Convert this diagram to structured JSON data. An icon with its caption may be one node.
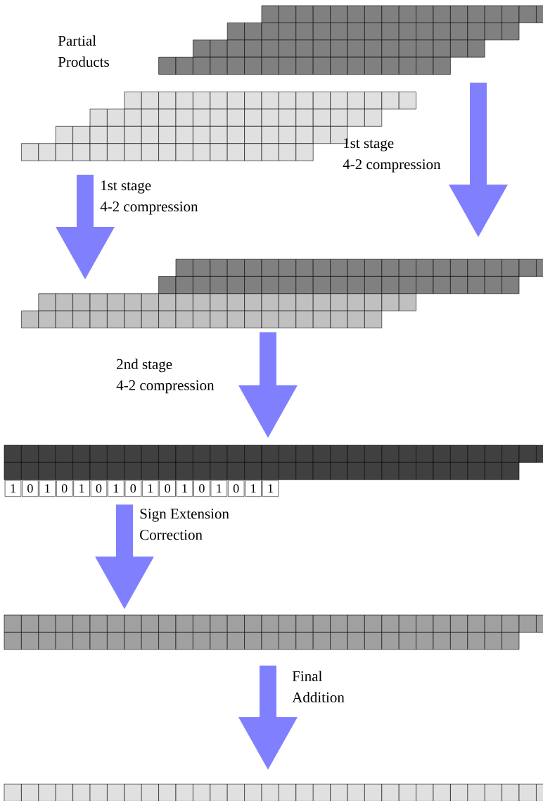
{
  "diagram": {
    "nodes": [
      {
        "text": [],
        "shape": "box"
      },
      {
        "text": [],
        "shape": "box"
      },
      {
        "text": [],
        "shape": "box"
      },
      {
        "text": [
          "1",
          "0",
          "1",
          "0",
          "1",
          "0",
          "1",
          "0",
          "1",
          "0",
          "1",
          "0",
          "1",
          "0",
          "1",
          "1"
        ]
      },
      {
        "text": [],
        "shape": "box"
      },
      {
        "text": [],
        "shape": "box"
      }
    ],
    "edges": [
      {
        "from": 0,
        "to": 2,
        "arrow": "to",
        "label": "1st stage 4-2 compression"
      },
      {
        "from": 1,
        "to": 2,
        "arrow": "to",
        "label": "1st stage 4-2 compression"
      },
      {
        "from": 2,
        "to": 3,
        "arrow": "to",
        "label": "2nd stage 4-2 compression"
      },
      {
        "from": 3,
        "to": 4,
        "arrow": "to",
        "label": "Sign Extension Correction"
      },
      {
        "from": 4,
        "to": 5,
        "arrow": "to",
        "label": "Final Addition"
      }
    ],
    "labels": [
      "Partial Products"
    ]
  }
}
